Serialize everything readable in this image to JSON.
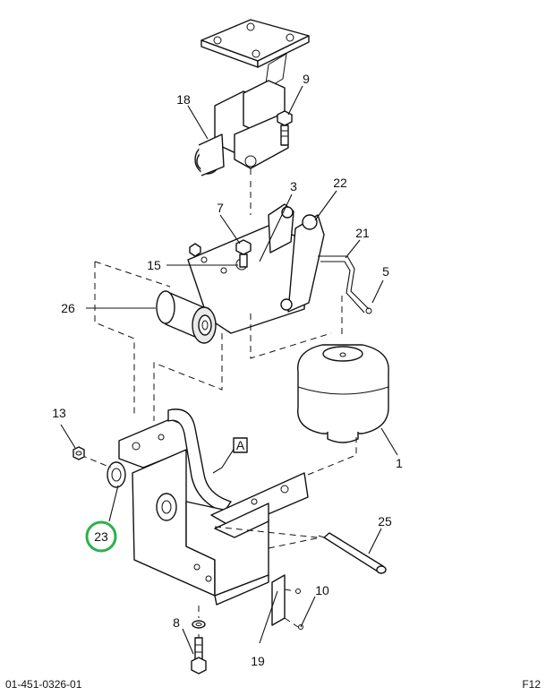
{
  "callouts": {
    "c1": "1",
    "c3": "3",
    "c5": "5",
    "c7": "7",
    "c8": "8",
    "c9": "9",
    "c10": "10",
    "c13": "13",
    "c15": "15",
    "c18": "18",
    "c19": "19",
    "c21": "21",
    "c22": "22",
    "c23": "23",
    "c25": "25",
    "c26": "26"
  },
  "view_marker": "A",
  "highlight": {
    "part": "23",
    "color": "#2bb24c"
  },
  "footer": {
    "doc_id": "01-451-0326-01",
    "page": "F12"
  }
}
